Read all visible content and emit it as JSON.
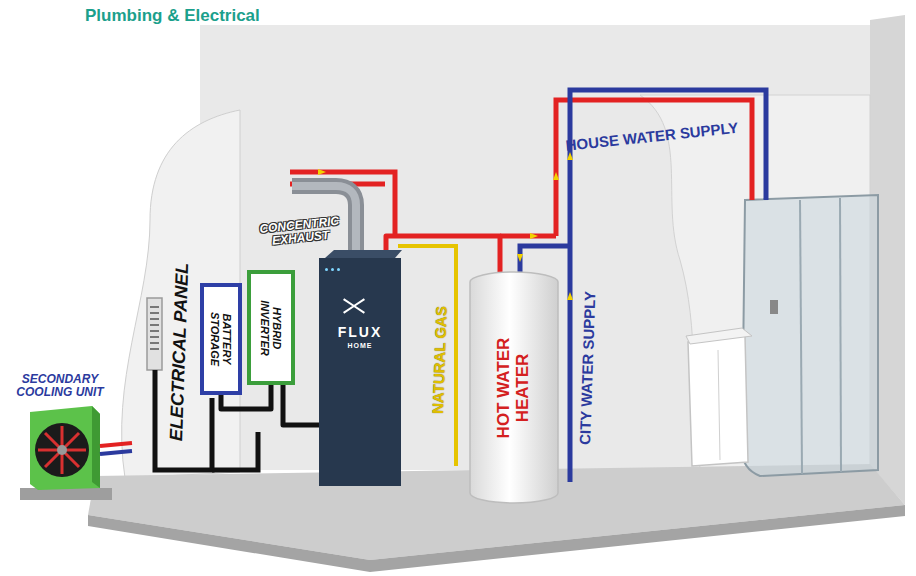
{
  "diagram": {
    "title": "Plumbing & Electrical",
    "nodes": [
      {
        "text": [
          "BATTERY STORAGE"
        ]
      },
      {
        "text": [
          "HYBRID INVERTER"
        ]
      },
      {
        "text": [
          "FLUX",
          "HOME"
        ]
      },
      {
        "text": [
          "HOT WATER HEATER"
        ]
      }
    ],
    "edges": [
      {
        "from": 0,
        "to": 1,
        "arrow": "none"
      },
      {
        "from": 1,
        "to": 2,
        "arrow": "none"
      },
      {
        "from": 2,
        "to": 3,
        "arrow": "none"
      }
    ],
    "labels": [
      "HOUSE WATER SUPPLY",
      "CONCENTRIC EXHAUST",
      "ELECTRICAL PANEL",
      "NATURAL GAS",
      "CITY WATER SUPPLY",
      "SECONDARY COOLING UNIT"
    ]
  }
}
